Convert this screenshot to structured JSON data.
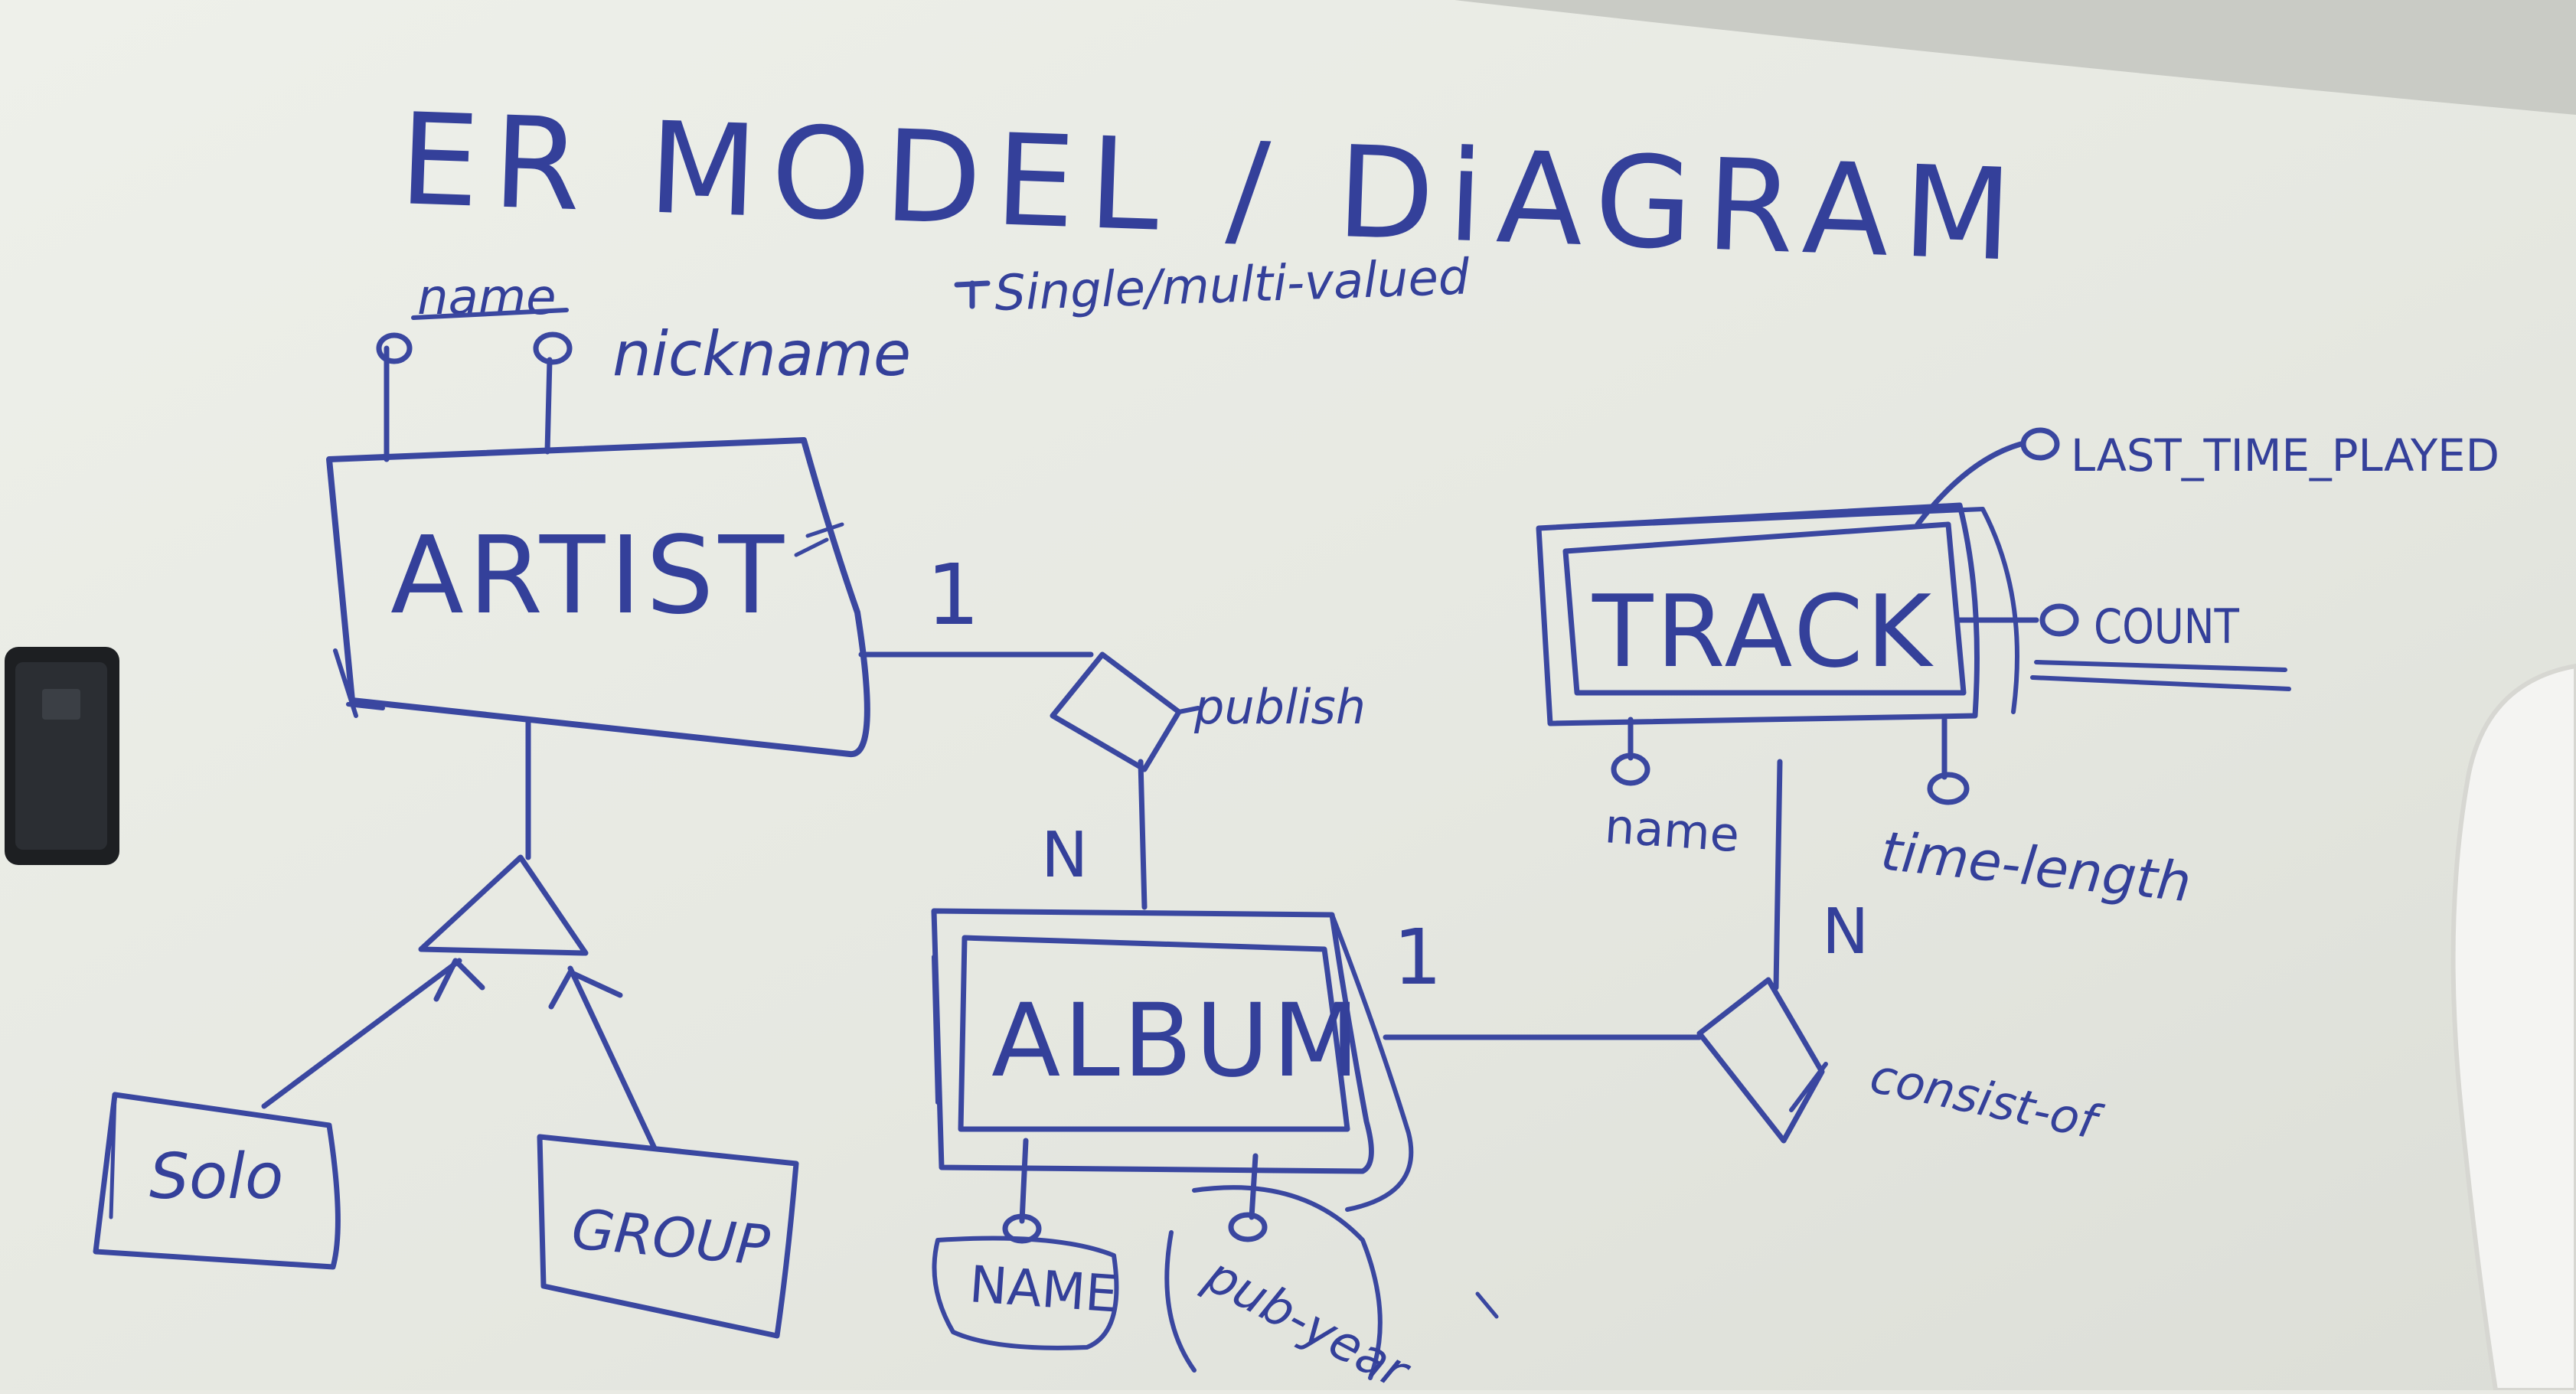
{
  "whiteboard": {
    "title": "ER MODEL / DiAGRAM",
    "note": "Single/multi-valued",
    "entities": {
      "artist": "ARTIST",
      "album": "ALBUM",
      "track": "TRACK",
      "solo": "Solo",
      "group": "GROUP"
    },
    "attributes": {
      "artist_name": "name",
      "artist_nickname": "nickname",
      "album_name": "NAME",
      "album_pub_year": "pub-year",
      "track_name": "name",
      "track_time_length": "time-length",
      "track_last_time_played": "LAST_TIME_PLAYED",
      "track_count": "COUNT"
    },
    "relationships": {
      "publish": "publish",
      "consist_of": "consist-of"
    },
    "cardinalities": {
      "publish_artist": "1",
      "publish_album": "N",
      "consist_album": "1",
      "consist_track": "N"
    },
    "colors": {
      "board": "#e9eae4",
      "ink": "#3a47a0",
      "eraser": "#1d1f22",
      "person": "#f4f4f2"
    }
  }
}
